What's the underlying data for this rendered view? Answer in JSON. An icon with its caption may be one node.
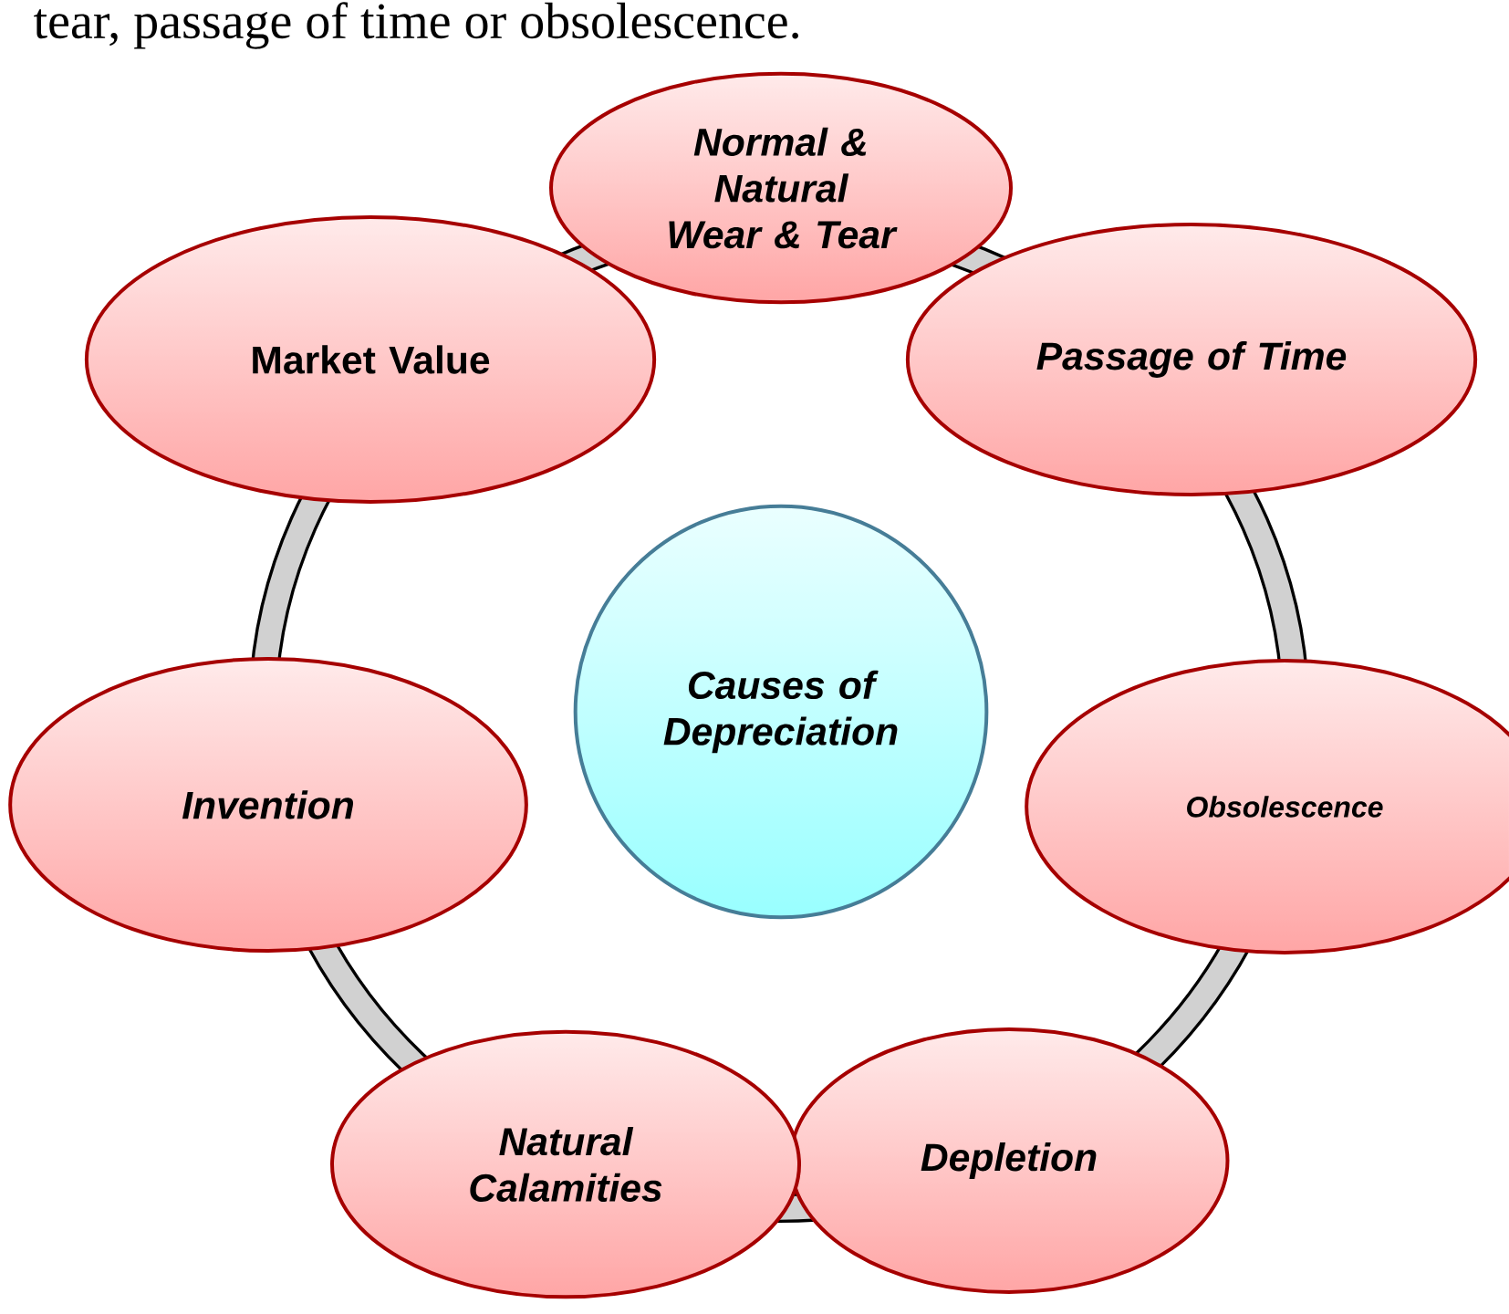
{
  "diagram": {
    "nodes": [
      {
        "text": [
          "Causes of Depreciation"
        ]
      },
      {
        "text": [
          "Normal & Natural Wear & Tear"
        ]
      },
      {
        "text": [
          "Passage of Time"
        ]
      },
      {
        "text": [
          "Obsolescence"
        ]
      },
      {
        "text": [
          "Depletion"
        ]
      },
      {
        "text": [
          "Natural Calamities"
        ]
      },
      {
        "text": [
          "Invention"
        ]
      },
      {
        "text": [
          "Market Value"
        ]
      }
    ],
    "labels": [
      "tear, passage of time or obsolescence."
    ]
  }
}
